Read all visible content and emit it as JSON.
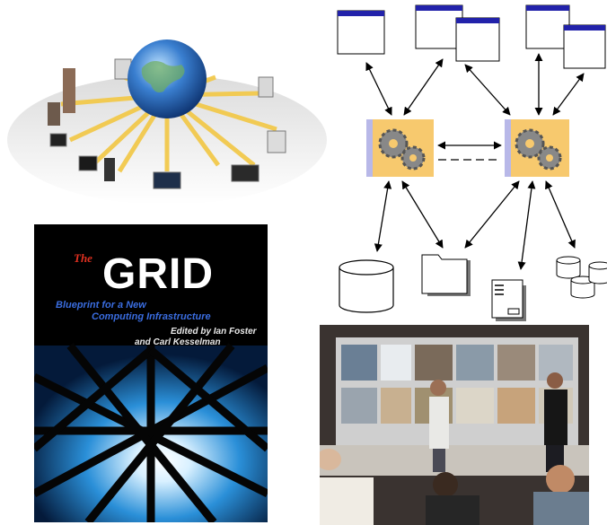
{
  "book": {
    "title_small": "The",
    "title_big": "GRID",
    "subtitle_line1": "Blueprint for a New",
    "subtitle_line2": "Computing Infrastructure",
    "editors_line1": "Edited by Ian Foster",
    "editors_line2": "and Carl Kesselman"
  }
}
